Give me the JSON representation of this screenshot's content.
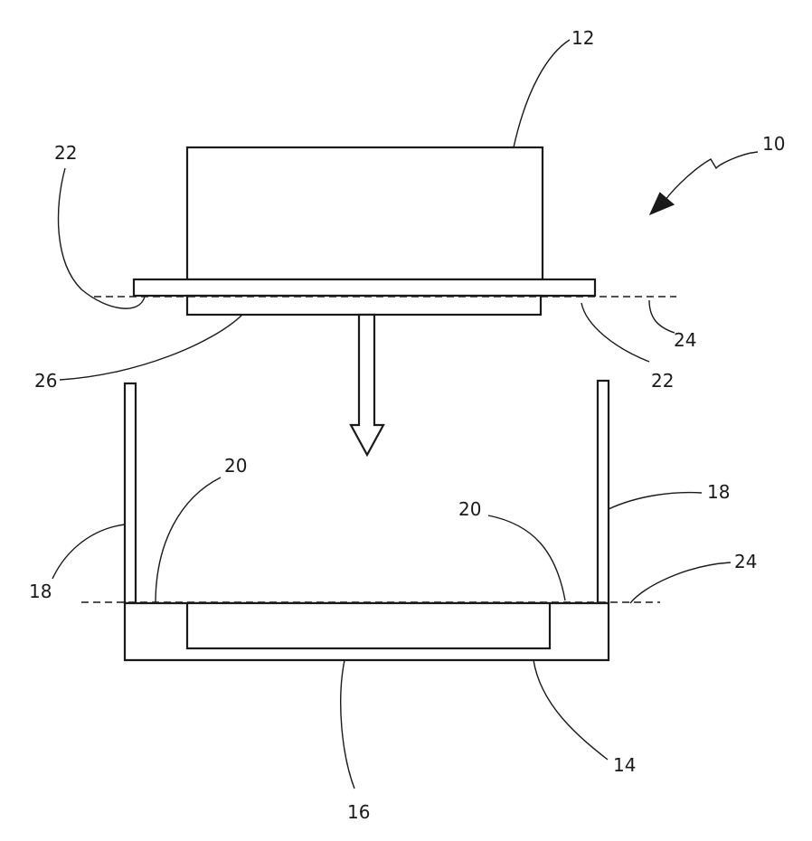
{
  "figure": {
    "labels": {
      "assembly": "10",
      "component": "12",
      "housing": "14",
      "cavity": "16",
      "wall_left": "18",
      "wall_right": "18",
      "seat_left": "20",
      "seat_right": "20",
      "edge_left": "22",
      "edge_right": "22",
      "plane_top": "24",
      "plane_bottom": "24",
      "underside": "26"
    }
  }
}
